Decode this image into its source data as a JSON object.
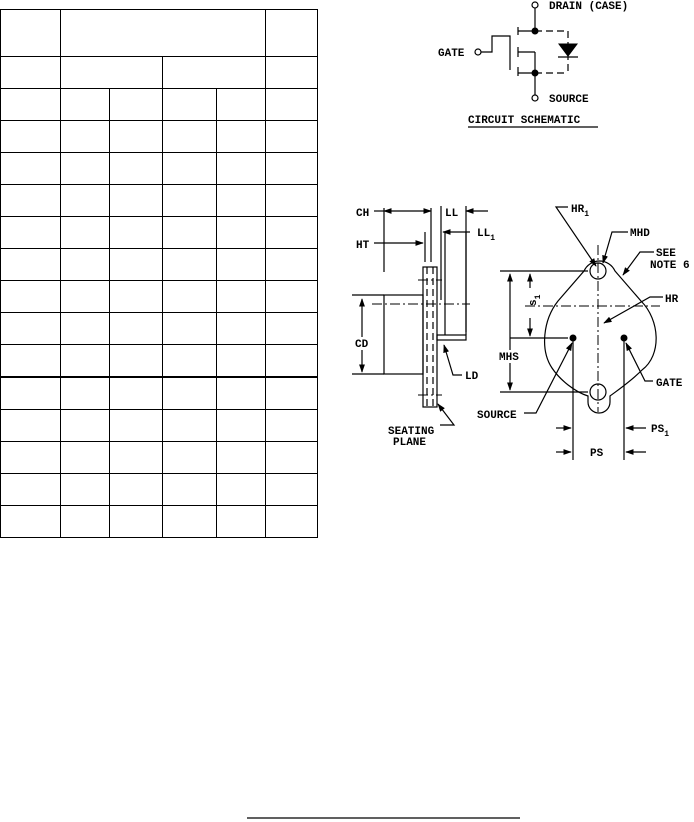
{
  "schematic": {
    "drain_label": "DRAIN (CASE)",
    "gate_label": "GATE",
    "source_label": "SOURCE",
    "caption": "CIRCUIT SCHEMATIC"
  },
  "side_view": {
    "ch": "CH",
    "ll": "LL",
    "ll1_main": "LL",
    "ll1_sub": "1",
    "ht": "HT",
    "cd": "CD",
    "ld": "LD",
    "seating_line1": "SEATING",
    "seating_line2": "PLANE"
  },
  "top_view": {
    "hr1_main": "HR",
    "hr1_sub": "1",
    "mhd": "MHD",
    "see_line1": "SEE",
    "see_line2": "NOTE 6",
    "hr": "HR",
    "s1_main": "s",
    "s1_sub": "1",
    "mhs": "MHS",
    "source": "SOURCE",
    "gate": "GATE",
    "ps": "PS",
    "ps1_main": "PS",
    "ps1_sub": "1"
  }
}
